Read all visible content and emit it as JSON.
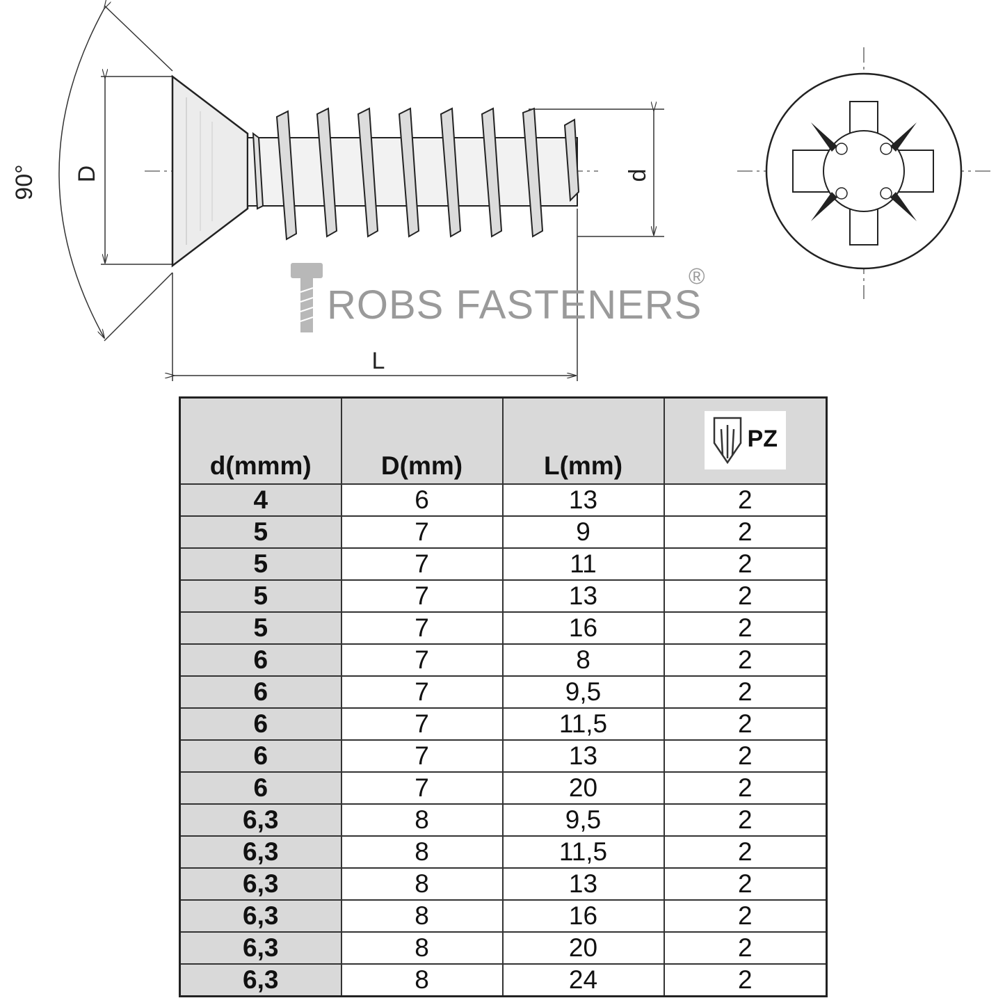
{
  "drawing": {
    "angle_label": "90°",
    "head_diameter_label": "D",
    "thread_diameter_label": "d",
    "length_label": "L",
    "watermark": "ROBS FASTENERS",
    "registered_mark": "®"
  },
  "table": {
    "headers": {
      "d": "d(mmm)",
      "D": "D(mm)",
      "L": "L(mm)",
      "drive": "PZ"
    },
    "rows": [
      {
        "d": "4",
        "D": "6",
        "L": "13",
        "pz": "2"
      },
      {
        "d": "5",
        "D": "7",
        "L": "9",
        "pz": "2"
      },
      {
        "d": "5",
        "D": "7",
        "L": "11",
        "pz": "2"
      },
      {
        "d": "5",
        "D": "7",
        "L": "13",
        "pz": "2"
      },
      {
        "d": "5",
        "D": "7",
        "L": "16",
        "pz": "2"
      },
      {
        "d": "6",
        "D": "7",
        "L": "8",
        "pz": "2"
      },
      {
        "d": "6",
        "D": "7",
        "L": "9,5",
        "pz": "2"
      },
      {
        "d": "6",
        "D": "7",
        "L": "11,5",
        "pz": "2"
      },
      {
        "d": "6",
        "D": "7",
        "L": "13",
        "pz": "2"
      },
      {
        "d": "6",
        "D": "7",
        "L": "20",
        "pz": "2"
      },
      {
        "d": "6,3",
        "D": "8",
        "L": "9,5",
        "pz": "2"
      },
      {
        "d": "6,3",
        "D": "8",
        "L": "11,5",
        "pz": "2"
      },
      {
        "d": "6,3",
        "D": "8",
        "L": "13",
        "pz": "2"
      },
      {
        "d": "6,3",
        "D": "8",
        "L": "16",
        "pz": "2"
      },
      {
        "d": "6,3",
        "D": "8",
        "L": "20",
        "pz": "2"
      },
      {
        "d": "6,3",
        "D": "8",
        "L": "24",
        "pz": "2"
      }
    ]
  }
}
